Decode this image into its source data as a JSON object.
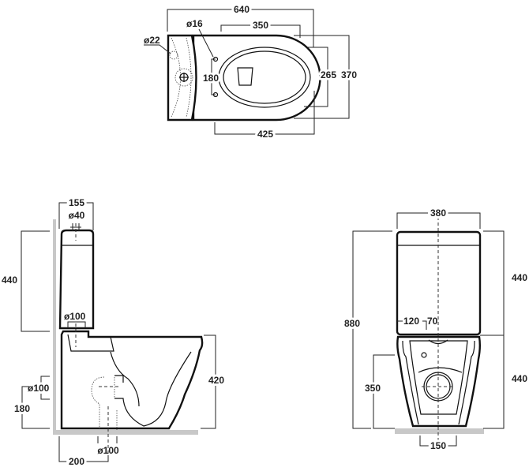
{
  "top_view": {
    "overall_length": "640",
    "seat_length": "350",
    "fixing_hole_diameter": "ø16",
    "tap_hole_diameter": "ø22",
    "fixing_spacing": "180",
    "seat_width": "265",
    "overall_width": "370",
    "bowl_to_fixing": "425"
  },
  "side_view": {
    "tank_depth": "155",
    "button_diameter": "ø40",
    "tank_height": "440",
    "flush_valve_diameter": "ø100",
    "bowl_height": "420",
    "horizontal_outlet_diameter": "ø100",
    "horizontal_outlet_height": "180",
    "floor_outlet_diameter": "ø100",
    "floor_outlet_distance": "200"
  },
  "front_view": {
    "overall_width": "380",
    "overall_height": "880",
    "tank_height": "440",
    "bowl_height": "440",
    "inlet_offset_a": "120",
    "inlet_offset_b": "70",
    "outlet_height": "350",
    "outlet_width": "150"
  }
}
